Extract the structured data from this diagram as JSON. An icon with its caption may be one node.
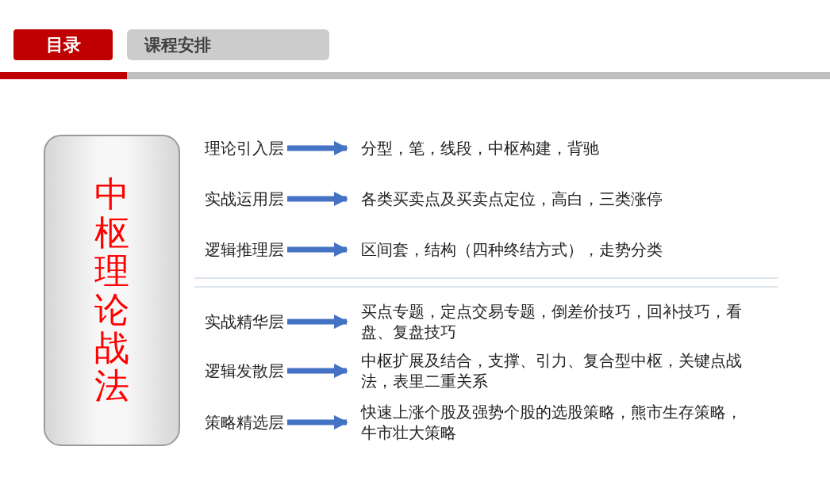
{
  "diagram": {
    "nodes": [
      {
        "text": [
          "目录"
        ]
      },
      {
        "text": [
          "课程安排"
        ]
      },
      {
        "text": [
          "中枢理论战法"
        ]
      },
      {
        "text": [
          "理论引入层"
        ]
      },
      {
        "text": [
          "分型，笔，线段，中枢构建，背驰"
        ]
      },
      {
        "text": [
          "实战运用层"
        ]
      },
      {
        "text": [
          "各类买卖点及买卖点定位，高白，三类涨停"
        ]
      },
      {
        "text": [
          "逻辑推理层"
        ]
      },
      {
        "text": [
          "区间套，结构（四种终结方式），走势分类"
        ]
      },
      {
        "text": [
          "实战精华层"
        ]
      },
      {
        "text": [
          "买点专题，定点交易专题，倒差价技巧，回补技巧，看盘、复盘技巧"
        ]
      },
      {
        "text": [
          "逻辑发散层"
        ]
      },
      {
        "text": [
          "中枢扩展及结合，支撑、引力、复合型中枢，关键点战法，表里二重关系"
        ]
      },
      {
        "text": [
          "策略精选层"
        ]
      },
      {
        "text": [
          "快速上涨个股及强势个股的选股策略，熊市生存策略，牛市壮大策略"
        ]
      }
    ],
    "edges": [
      {
        "from": 3,
        "to": 4,
        "arrow": "to"
      },
      {
        "from": 5,
        "to": 6,
        "arrow": "to"
      },
      {
        "from": 7,
        "to": 8,
        "arrow": "to"
      },
      {
        "from": 9,
        "to": 10,
        "arrow": "to"
      },
      {
        "from": 11,
        "to": 12,
        "arrow": "to"
      },
      {
        "from": 13,
        "to": 14,
        "arrow": "to"
      }
    ]
  }
}
